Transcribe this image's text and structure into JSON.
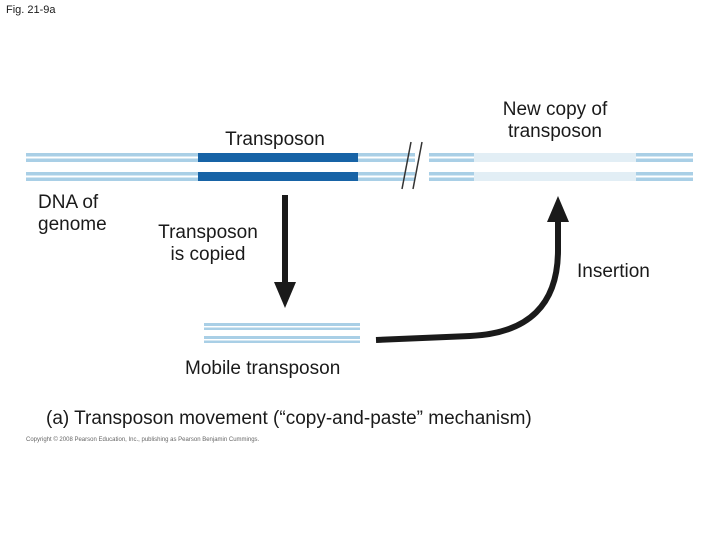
{
  "figure": {
    "label": "Fig. 21-9a",
    "caption": "(a) Transposon movement (“copy-and-paste” mechanism)",
    "copyright": "Copyright © 2008 Pearson Education, Inc., publishing as Pearson Benjamin Cummings."
  },
  "labels": {
    "transposon": "Transposon",
    "new_copy_line1": "New copy of",
    "new_copy_line2": "transposon",
    "dna_line1": "DNA of",
    "dna_line2": "genome",
    "copied_line1": "Transposon",
    "copied_line2": "is copied",
    "insertion": "Insertion",
    "mobile": "Mobile transposon"
  },
  "colors": {
    "dna_light": "#a9cfe6",
    "dna_stripe": "#ffffff",
    "transposon_dark": "#1763a6",
    "new_copy": "#e2eef5",
    "arrow": "#1a1a1a"
  }
}
